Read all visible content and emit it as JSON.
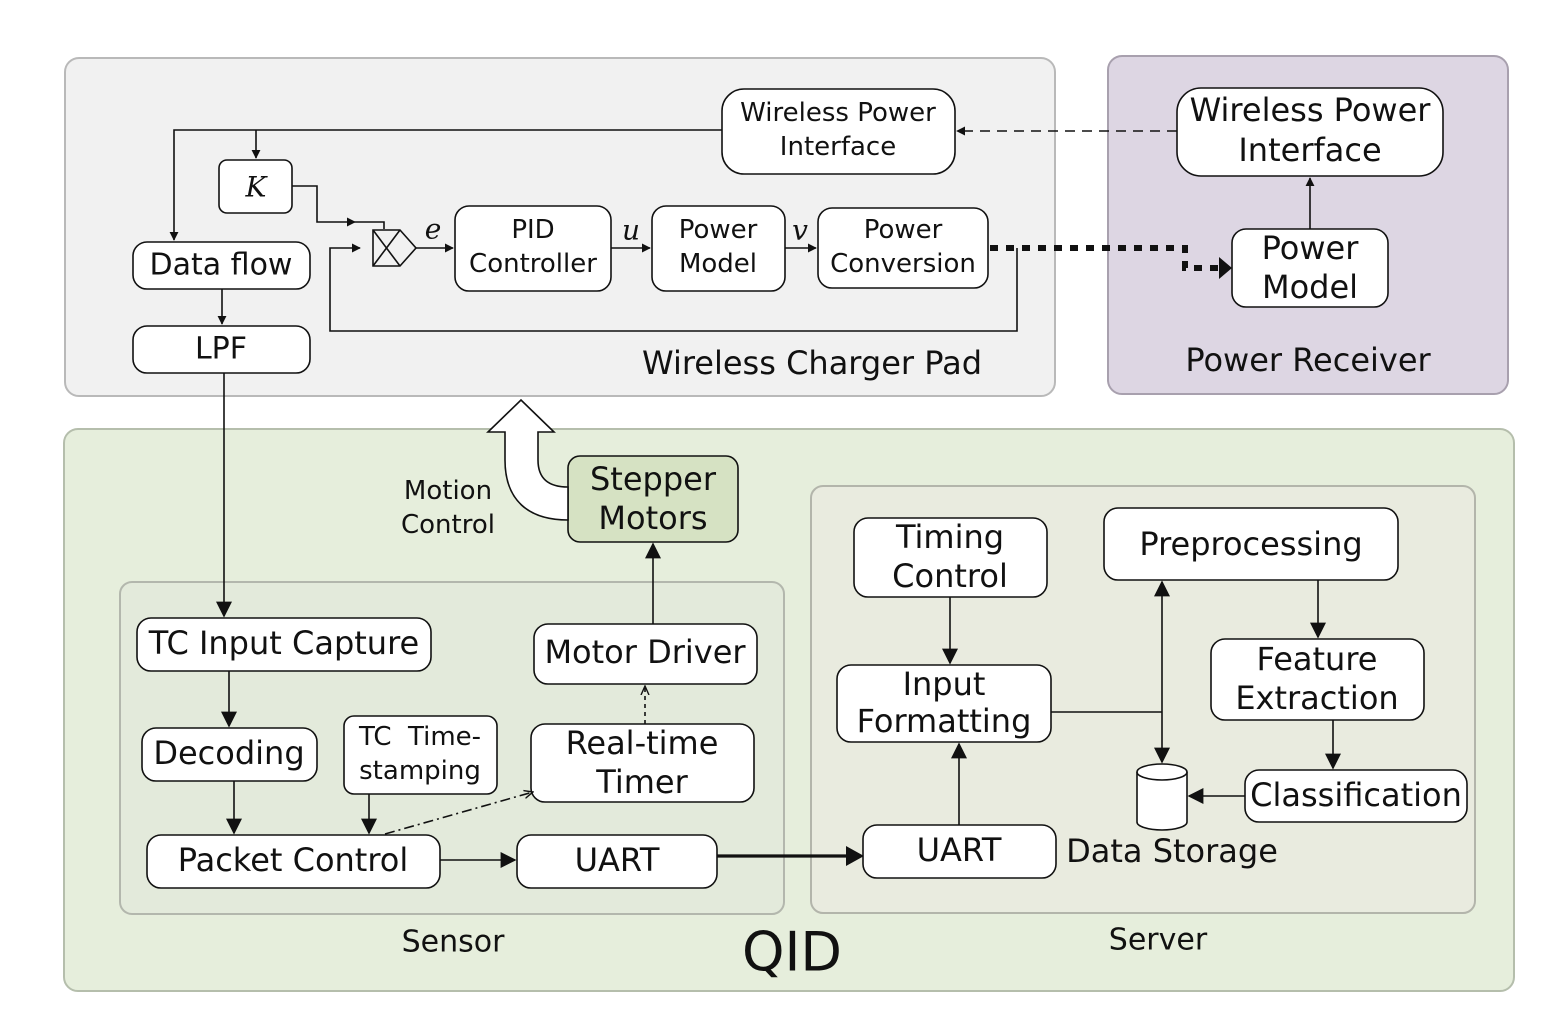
{
  "regions": {
    "wireless_charger_pad": "Wireless Charger Pad",
    "power_receiver": "Power Receiver",
    "qid": "QID",
    "sensor": "Sensor",
    "server": "Server"
  },
  "charger": {
    "wireless_power_interface": [
      "Wireless Power",
      "Interface"
    ],
    "gain": "K",
    "data_flow": "Data flow",
    "lpf": "LPF",
    "pid_controller": [
      "PID",
      "Controller"
    ],
    "power_model": [
      "Power",
      "Model"
    ],
    "power_conversion": [
      "Power",
      "Conversion"
    ],
    "signal_e": "e",
    "signal_u": "u",
    "signal_v": "v"
  },
  "receiver": {
    "wireless_power_interface": [
      "Wireless Power",
      "Interface"
    ],
    "power_model": [
      "Power",
      "Model"
    ]
  },
  "sensor": {
    "tc_input_capture": "TC Input Capture",
    "decoding": "Decoding",
    "tc_timestamping": [
      "TC  Time-",
      "stamping"
    ],
    "packet_control": "Packet Control",
    "uart": "UART",
    "real_time_timer": [
      "Real-time",
      "Timer"
    ],
    "motor_driver": "Motor Driver",
    "stepper_motors": [
      "Stepper",
      "Motors"
    ],
    "motion_control": [
      "Motion",
      "Control"
    ]
  },
  "server": {
    "timing_control": [
      "Timing",
      "Control"
    ],
    "input_formatting": [
      "Input",
      "Formatting"
    ],
    "uart": "UART",
    "preprocessing": "Preprocessing",
    "feature_extraction": [
      "Feature",
      "Extraction"
    ],
    "classification": "Classification",
    "data_storage": "Data Storage"
  }
}
